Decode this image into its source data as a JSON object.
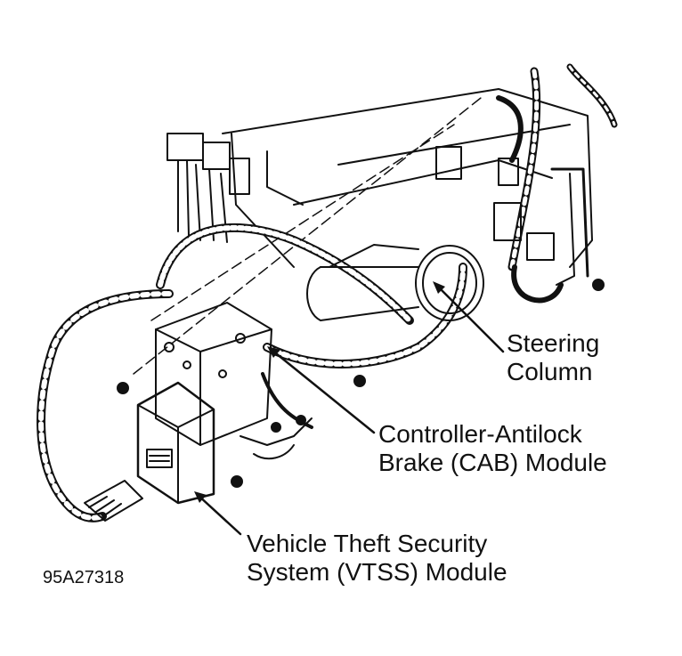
{
  "figure_id": "95A27318",
  "callouts": {
    "steering_column": {
      "line1": "Steering",
      "line2": "Column"
    },
    "cab_module": {
      "line1": "Controller-Antilock",
      "line2": "Brake (CAB) Module"
    },
    "vtss_module": {
      "line1": "Vehicle Theft Security",
      "line2": "System (VTSS) Module"
    }
  },
  "colors": {
    "ink": "#111111",
    "paper": "#ffffff"
  }
}
